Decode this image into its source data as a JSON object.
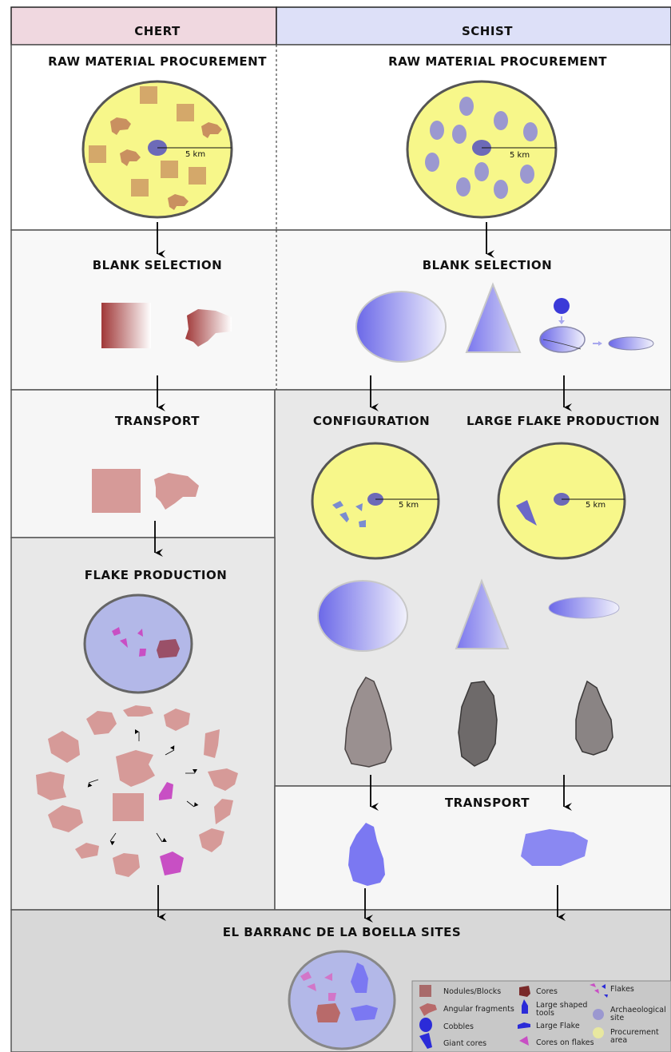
{
  "columns": {
    "chert": "CHERT",
    "schist": "SCHIST"
  },
  "chert": {
    "procurement_title": "RAW MATERIAL PROCUREMENT",
    "blank_title": "BLANK SELECTION",
    "transport_title": "TRANSPORT",
    "flake_title": "FLAKE PRODUCTION",
    "distance": "5 km"
  },
  "schist": {
    "procurement_title": "RAW MATERIAL PROCUREMENT",
    "blank_title": "BLANK SELECTION",
    "configuration_title": "CONFIGURATION",
    "large_flake_title": "LARGE FLAKE PRODUCTION",
    "transport_title": "TRANSPORT",
    "distance": "5 km",
    "config_distance": "5 km",
    "large_flake_distance": "5 km"
  },
  "sites_title": "EL BARRANC DE LA BOELLA SITES",
  "legend": {
    "nodules": "Nodules/Blocks",
    "angular": "Angular fragments",
    "cobbles": "Cobbles",
    "giant_cores": "Giant cores",
    "cores": "Cores",
    "large_shaped_1": "Large shaped",
    "large_shaped_2": "tools",
    "large_flake": "Large Flake",
    "cores_on_flakes": "Cores on flakes",
    "flakes": "Flakes",
    "arch_site_1": "Archaeological",
    "arch_site_2": "site",
    "proc_area_1": "Procurement",
    "proc_area_2": "area"
  },
  "colors": {
    "chert_header": "#f0d8e0",
    "schist_header": "#dde0f8",
    "procurement_area": "#f7f78a",
    "site_circle": "#b3b8e8",
    "nodule": "#d4a86a",
    "chert_fragment": "#d69a98",
    "flake_magenta": "#c84fc4",
    "schist_blue": "#7b78f2",
    "cobble": "#9b98d0",
    "panel_grey": "#e8e8e8",
    "panel_light": "#f7f7f7"
  }
}
